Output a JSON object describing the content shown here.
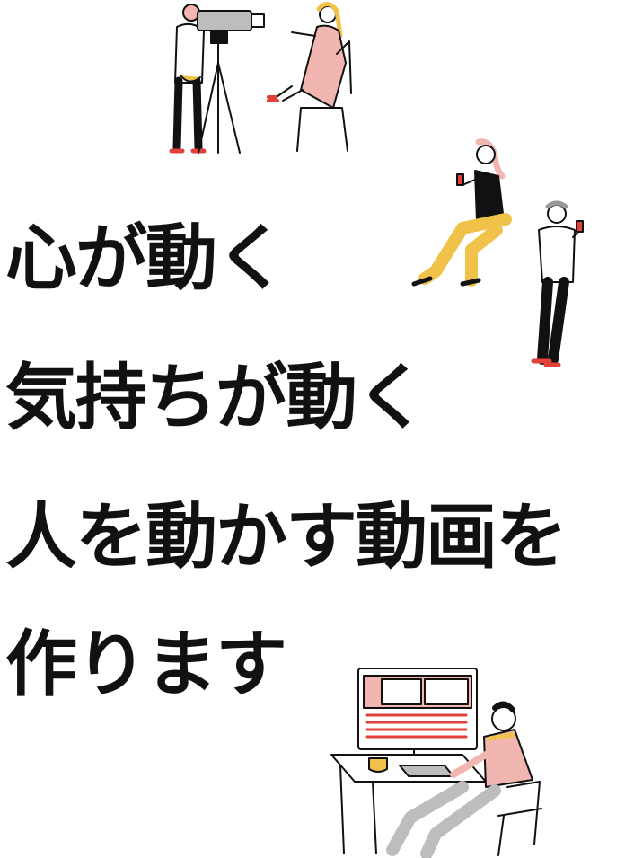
{
  "headline": {
    "line1": "心が動く",
    "line2": "気持ちが動く",
    "line3": "人を動かす動画を",
    "line4": "作ります"
  },
  "colors": {
    "ink": "#111111",
    "pink": "#f2b6b0",
    "yellow": "#f0c24a",
    "red": "#e2413a",
    "gray": "#bdbdbd"
  },
  "illustrations": [
    "camera-operator-and-interviewee-illustration",
    "seated-woman-with-phone-illustration",
    "standing-man-with-phone-illustration",
    "video-editor-at-desk-illustration"
  ]
}
